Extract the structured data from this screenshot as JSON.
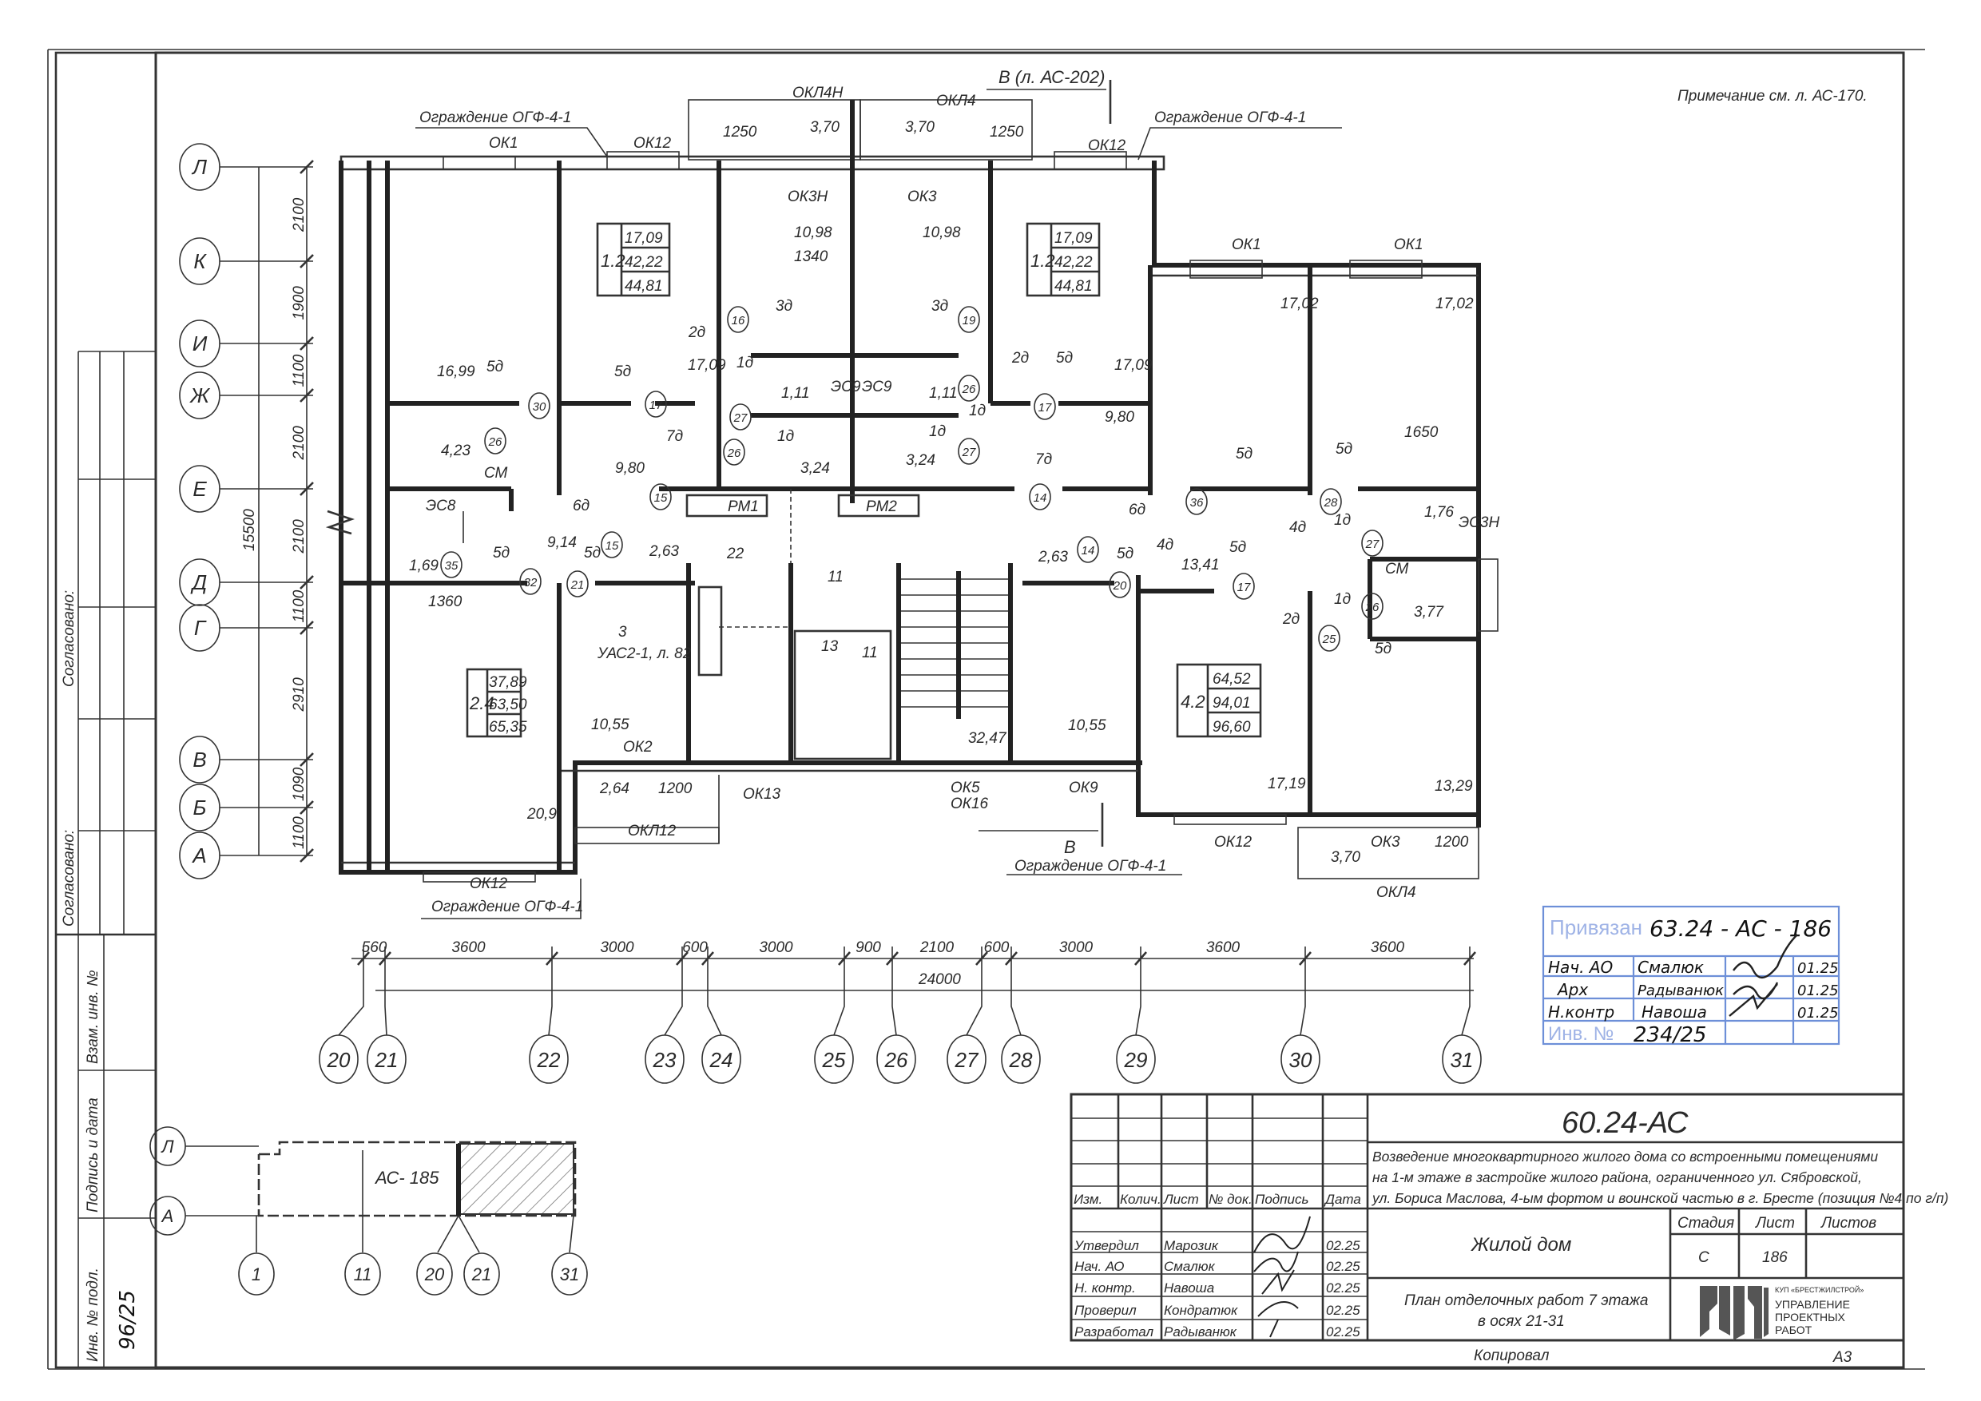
{
  "sheet": {
    "note": "Примечание см. л. АС-170.",
    "section_top": "В (л. АС-202)",
    "section_bottom": "В"
  },
  "plan": {
    "labels": [
      "ОКЛ4Н",
      "ОКЛ4",
      "Ограждение ОГФ-4-1",
      "Ограждение ОГФ-4-1",
      "1250",
      "3,70",
      "3,70",
      "1250",
      "ОК1",
      "ОК12",
      "ОК12",
      "ОК3Н",
      "ОК3",
      "10,98",
      "10,98",
      "1340",
      "ОК1",
      "ОК1",
      "17,02",
      "17,02",
      "3д",
      "3д",
      "2д",
      "2д",
      "1д",
      "1д",
      "5д",
      "5д",
      "5д",
      "17,09",
      "17,09",
      "16,99",
      "1,11",
      "1,11",
      "9,80",
      "9,80",
      "4,23",
      "1д",
      "1д",
      "3,24",
      "3,24",
      "7д",
      "7д",
      "5д",
      "5д",
      "1650",
      "СМ",
      "ЭС8",
      "РМ1",
      "РМ2",
      "6д",
      "6д",
      "4д",
      "1д",
      "1,76",
      "1,69",
      "9,14",
      "5д",
      "5д",
      "2,63",
      "22",
      "2,63",
      "5д",
      "4д",
      "13,41",
      "5д",
      "1360",
      "11",
      "13",
      "11",
      "3",
      "УАС2-1, л. 82",
      "СМ",
      "3,77",
      "2д",
      "1д",
      "5д",
      "10,55",
      "10,55",
      "32,47",
      "ОК2",
      "2,64",
      "1200",
      "ОК13",
      "ОК5",
      "ОК16",
      "ОК9",
      "17,19",
      "13,29",
      "20,9",
      "ОКЛ12",
      "ОК12",
      "ОК3",
      "1200",
      "Ограждение ОГФ-4-1",
      "3,70",
      "ОК12",
      "Ограждение ОГФ-4-1",
      "ОКЛ4",
      "ЭС9",
      "ЭС9",
      "ЭС3Н"
    ],
    "circled_marks": [
      "16",
      "19",
      "30",
      "17",
      "17",
      "27",
      "26",
      "26",
      "26",
      "27",
      "15",
      "14",
      "36",
      "28",
      "27",
      "15",
      "35",
      "32",
      "21",
      "14",
      "20",
      "17",
      "26",
      "25"
    ],
    "apartments": [
      {
        "type": "1.2",
        "areas": [
          "17,09",
          "42,22",
          "44,81"
        ]
      },
      {
        "type": "1.2",
        "areas": [
          "17,09",
          "42,22",
          "44,81"
        ]
      },
      {
        "type": "2.4",
        "areas": [
          "37,89",
          "63,50",
          "65,35"
        ]
      },
      {
        "type": "4.2",
        "areas": [
          "64,52",
          "94,01",
          "96,60"
        ]
      }
    ]
  },
  "axes": {
    "rows": [
      "Л",
      "К",
      "И",
      "Ж",
      "Е",
      "Д",
      "Г",
      "В",
      "Б",
      "А"
    ],
    "columns": [
      "20",
      "21",
      "22",
      "23",
      "24",
      "25",
      "26",
      "27",
      "28",
      "29",
      "30",
      "31"
    ]
  },
  "dimensions": {
    "vertical": [
      "2100",
      "1900",
      "1100",
      "2100",
      "2100",
      "1100",
      "2910",
      "1090",
      "1100"
    ],
    "vertical_total": "15500",
    "horizontal": [
      "560",
      "3600",
      "3000",
      "600",
      "3000",
      "900",
      "2100",
      "600",
      "3000",
      "3600",
      "3600"
    ],
    "horizontal_total": "24000"
  },
  "key_plan": {
    "label": "АС- 185",
    "rows": [
      "Л",
      "А"
    ],
    "columns": [
      "1",
      "11",
      "20",
      "21",
      "31"
    ]
  },
  "side_strip": {
    "agreed_1": "Согласовано:",
    "agreed_2": "Согласовано:",
    "inv_orig": "Инв. № подл.",
    "sign_date": "Подпись и дата",
    "replace_inv": "Взам. инв. №",
    "inv_value": "96/25"
  },
  "stamp": {
    "linked_label": "Привязан",
    "linked_value": "63.24 - АС - 186",
    "rows": [
      {
        "role": "Нач. АО",
        "name": "Смалюк",
        "date": "01.25"
      },
      {
        "role": "Арх",
        "name": "Радыванюк",
        "date": "01.25"
      },
      {
        "role": "Н.контр",
        "name": "Навоша",
        "date": "01.25"
      }
    ],
    "inv_label": "Инв. №",
    "inv_value": "234/25"
  },
  "title_block": {
    "code": "60.24-АС",
    "project": [
      "Возведение многоквартирного жилого дома со встроенными помещениями",
      "на 1-м этаже в застройке жилого района, ограниченного ул. Сябровской,",
      "ул. Бориса Маслова, 4-ым фортом и воинской частью в г. Бресте (позиция №4 по г/п)"
    ],
    "headers": [
      "Изм.",
      "Колич.",
      "Лист",
      "№ док.",
      "Подпись",
      "Дата"
    ],
    "signers": [
      {
        "role": "Утвердил",
        "name": "Марозик",
        "date": "02.25"
      },
      {
        "role": "Нач. АО",
        "name": "Смалюк",
        "date": "02.25"
      },
      {
        "role": "Н. контр.",
        "name": "Навоша",
        "date": "02.25"
      },
      {
        "role": "Проверил",
        "name": "Кондратюк",
        "date": "02.25"
      },
      {
        "role": "Разработал",
        "name": "Радыванюк",
        "date": "02.25"
      }
    ],
    "object": "Жилой дом",
    "stage_header": "Стадия",
    "sheet_header": "Лист",
    "sheets_header": "Листов",
    "stage": "С",
    "sheet": "186",
    "sheets": "",
    "drawing_title": [
      "План отделочных работ 7 этажа",
      "в осях 21-31"
    ],
    "company_small": "КУП «БРЕСТЖИЛСТРОЙ»",
    "company": [
      "УПРАВЛЕНИЕ",
      "ПРОЕКТНЫХ",
      "РАБОТ"
    ],
    "copied": "Копировал",
    "format": "А3"
  }
}
